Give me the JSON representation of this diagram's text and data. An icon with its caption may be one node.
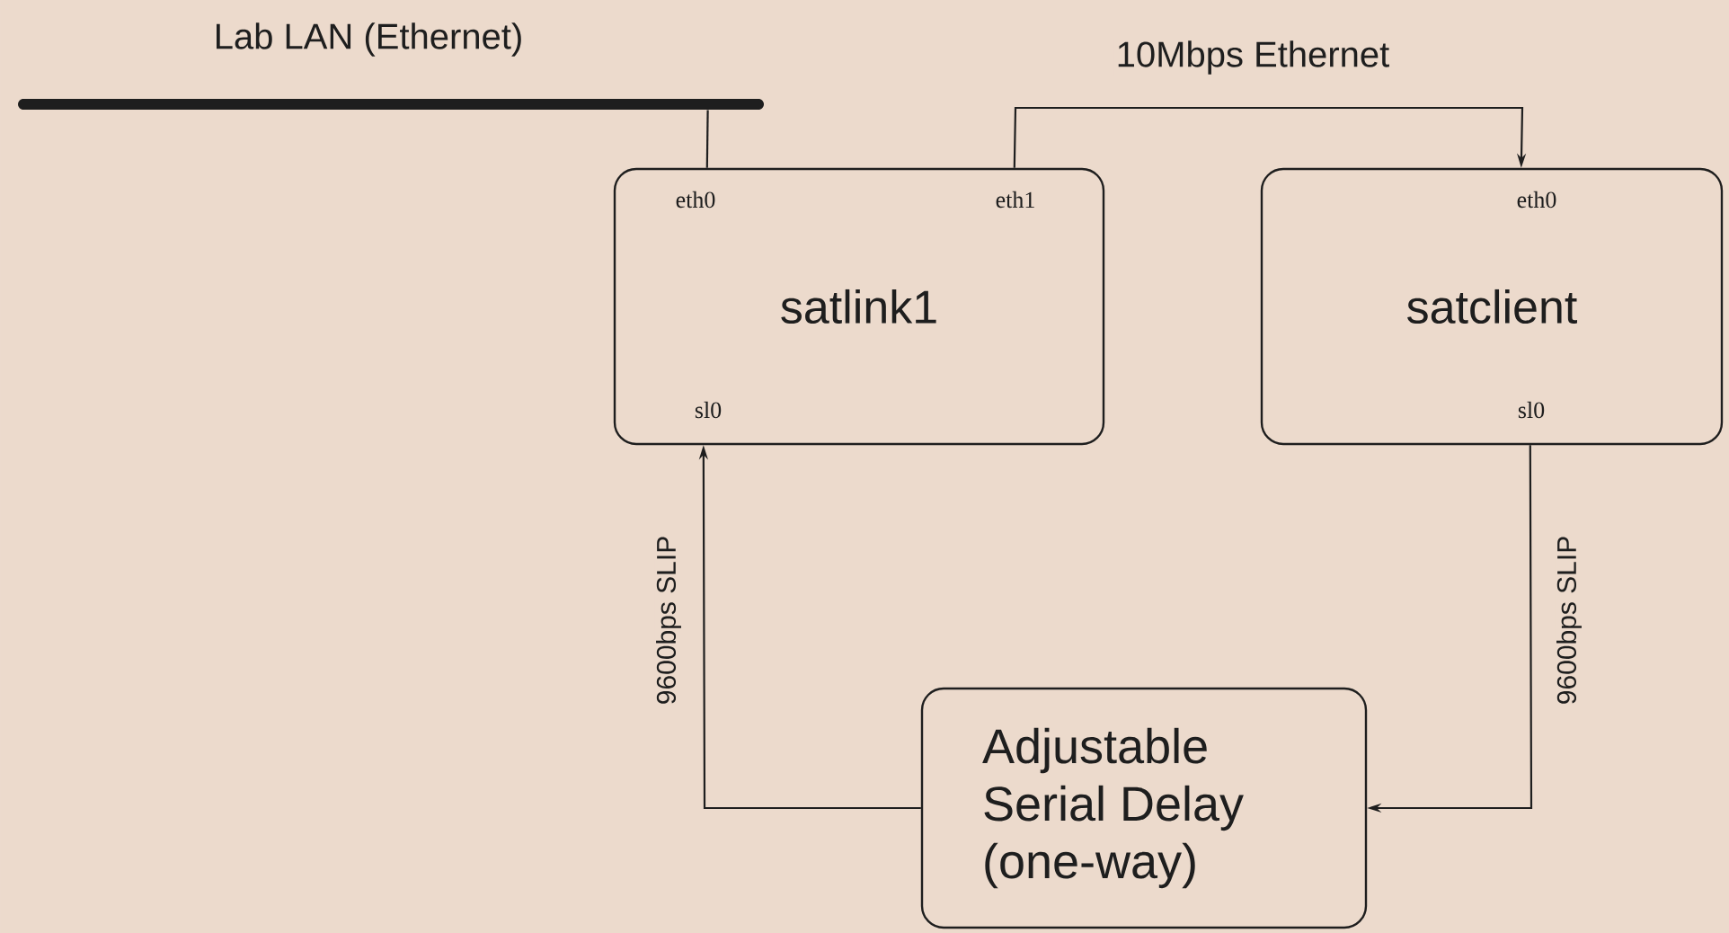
{
  "diagram": {
    "nodes": [
      {
        "text": [
          "Lab LAN (Ethernet)"
        ]
      },
      {
        "text": [
          "eth0",
          "eth1",
          "satlink1",
          "sl0"
        ]
      },
      {
        "text": [
          "eth0",
          "satclient",
          "sl0"
        ]
      },
      {
        "text": [
          "Adjustable Serial Delay (one-way)"
        ]
      }
    ],
    "edges": [
      {
        "from": 0,
        "to": 1,
        "arrow": "none"
      },
      {
        "from": 1,
        "to": 2,
        "arrow": "to",
        "label": "10Mbps Ethernet"
      },
      {
        "from": 2,
        "to": 3,
        "arrow": "to",
        "label": "9600bps SLIP"
      },
      {
        "from": 3,
        "to": 1,
        "arrow": "to",
        "label": "9600bps SLIP"
      }
    ]
  }
}
